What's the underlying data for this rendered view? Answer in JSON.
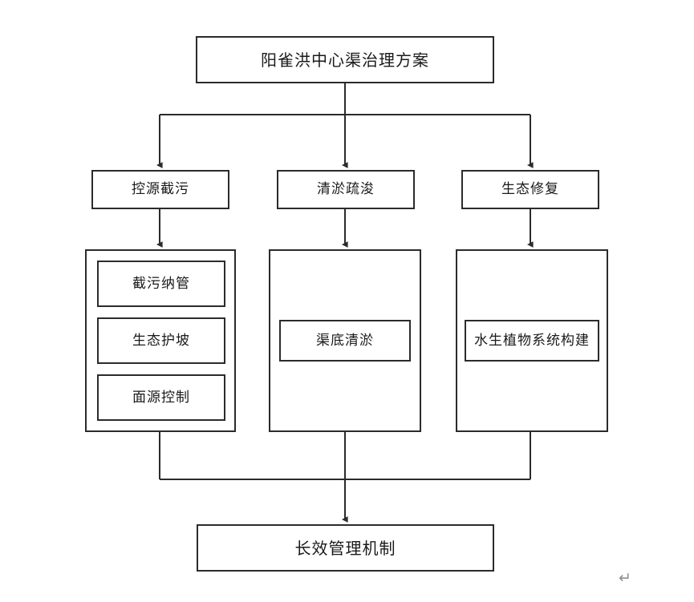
{
  "document": {
    "title": "阳雀洪中心渠治理方案",
    "paragraph_mark": "↵"
  },
  "chart_data": {
    "type": "diagram",
    "diagram_kind": "flowchart",
    "orientation": "top-down",
    "root": {
      "id": "root",
      "label": "阳雀洪中心渠治理方案"
    },
    "branches": [
      {
        "id": "branch-1",
        "label": "控源截污",
        "children": [
          {
            "id": "leaf-1-1",
            "label": "截污纳管"
          },
          {
            "id": "leaf-1-2",
            "label": "生态护坡"
          },
          {
            "id": "leaf-1-3",
            "label": "面源控制"
          }
        ]
      },
      {
        "id": "branch-2",
        "label": "清淤疏浚",
        "children": [
          {
            "id": "leaf-2-1",
            "label": "渠底清淤"
          }
        ]
      },
      {
        "id": "branch-3",
        "label": "生态修复",
        "children": [
          {
            "id": "leaf-3-1",
            "label": "水生植物系统构建"
          }
        ]
      }
    ],
    "terminal": {
      "id": "terminal",
      "label": "长效管理机制"
    },
    "edges": [
      {
        "from": "root",
        "to": "branch-1",
        "arrow": true
      },
      {
        "from": "root",
        "to": "branch-2",
        "arrow": true
      },
      {
        "from": "root",
        "to": "branch-3",
        "arrow": true
      },
      {
        "from": "branch-1",
        "to": "container-1",
        "arrow": true
      },
      {
        "from": "branch-2",
        "to": "container-2",
        "arrow": true
      },
      {
        "from": "branch-3",
        "to": "container-3",
        "arrow": true
      },
      {
        "from": "container-1",
        "to": "terminal",
        "arrow": false
      },
      {
        "from": "container-2",
        "to": "terminal",
        "arrow": true
      },
      {
        "from": "container-3",
        "to": "terminal",
        "arrow": false
      }
    ],
    "colors": {
      "stroke": "#2b2b2b",
      "fill": "#ffffff",
      "text": "#1a1a1a",
      "background": "#ffffff",
      "paragraph_mark": "#8f8f8f"
    }
  }
}
